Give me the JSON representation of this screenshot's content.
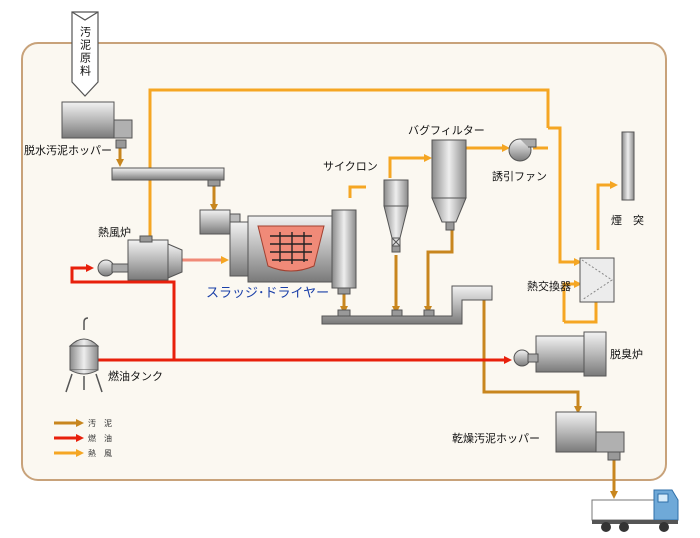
{
  "colors": {
    "sludge": "#c8861e",
    "fuel_oil": "#e8200c",
    "hot_air": "#f5a623",
    "frame_border": "#c8a27a",
    "frame_fill": "#fbf8f1",
    "sludge_drum": "#f08a78"
  },
  "labels": {
    "raw_sludge": "汚泥原料",
    "dewatered_hopper": "脱水汚泥ホッパー",
    "hot_air_furnace": "熱風炉",
    "sludge_dryer": "スラッジ･ドライヤー",
    "cyclone": "サイクロン",
    "bag_filter": "バグフィルター",
    "induced_fan": "誘引ファン",
    "chimney": "煙　突",
    "heat_exchanger": "熱交換器",
    "deodorizing_furnace": "脱臭炉",
    "fuel_tank": "燃油タンク",
    "dried_hopper": "乾燥汚泥ホッパー"
  },
  "legend": [
    {
      "label": "汚　泥",
      "color": "#c8861e"
    },
    {
      "label": "燃　油",
      "color": "#e8200c"
    },
    {
      "label": "熱　風",
      "color": "#f5a623"
    }
  ]
}
